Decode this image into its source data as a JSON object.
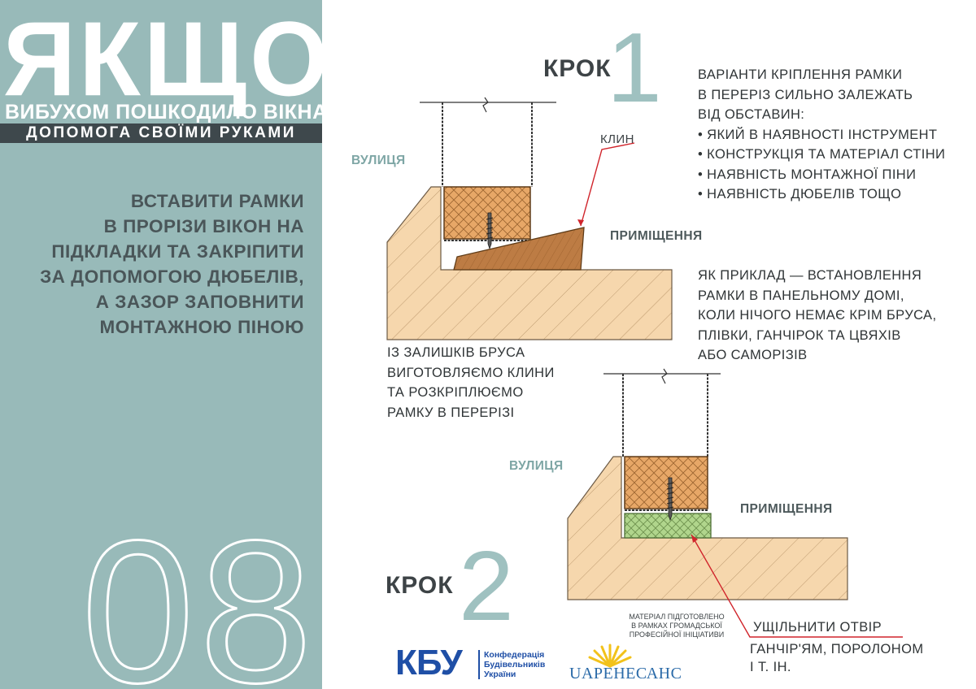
{
  "left_panel": {
    "title": "ЯКЩО",
    "subtitle": "ВИБУХОМ ПОШКОДИЛО ВІКНА",
    "band": "ДОПОМОГА СВОЇМИ РУКАМИ",
    "instruction": [
      "ВСТАВИТИ РАМКИ",
      "В ПРОРІЗИ ВІКОН НА",
      "ПІДКЛАДКИ ТА ЗАКРІПИТИ",
      "ЗА ДОПОМОГОЮ ДЮБЕЛІВ,",
      "А ЗАЗОР ЗАПОВНИТИ",
      "МОНТАЖНОЮ ПІНОЮ"
    ],
    "number": "08",
    "background_color": "#98bab9"
  },
  "step1": {
    "word": "КРОК",
    "digit": "1",
    "intro": [
      "ВАРІАНТИ КРІПЛЕННЯ РАМКИ",
      "В ПЕРЕРІЗ СИЛЬНО ЗАЛЕЖАТЬ",
      "ВІД ОБСТАВИН:"
    ],
    "bullets": [
      "ЯКИЙ В НАЯВНОСТІ ІНСТРУМЕНТ",
      "КОНСТРУКЦІЯ ТА МАТЕРІАЛ СТІНИ",
      "НАЯВНІСТЬ МОНТАЖНОЇ ПІНИ",
      "НАЯВНІСТЬ ДЮБЕЛІВ ТОЩО"
    ],
    "label_street": "ВУЛИЦЯ",
    "label_room": "ПРИМІЩЕННЯ",
    "label_wedge": "КЛИН",
    "caption": [
      "ІЗ ЗАЛИШКІВ БРУСА",
      "ВИГОТОВЛЯЄМО КЛИНИ",
      "ТА РОЗКРІПЛЮЄМО",
      "РАМКУ В ПЕРЕРІЗІ"
    ]
  },
  "step2": {
    "word": "КРОК",
    "digit": "2",
    "example": [
      "ЯК ПРИКЛАД — ВСТАНОВЛЕННЯ",
      "РАМКИ В ПАНЕЛЬНОМУ ДОМІ,",
      "КОЛИ НІЧОГО НЕМАЄ КРІМ БРУСА,",
      "ПЛІВКИ, ГАНЧІРОК ТА ЦВЯХІВ",
      "АБО САМОРІЗІВ"
    ],
    "label_street": "ВУЛИЦЯ",
    "label_room": "ПРИМІЩЕННЯ",
    "seal_title": "УЩІЛЬНИТИ ОТВІР",
    "seal_desc": [
      "ГАНЧІР'ЯМ, ПОРОЛОНОМ",
      "І Т. ІН."
    ]
  },
  "footer": {
    "kby_logo": "КБУ",
    "kby_text": [
      "Конфедерація",
      "Будівельників",
      "України"
    ],
    "credit": [
      "МАТЕРІАЛ ПІДГОТОВЛЕНО",
      "В РАМКАХ ГРОМАДСЬКОЇ",
      "ПРОФЕСІЙНОЇ ІНІЦІАТИВИ"
    ],
    "uar_logo": "UAРЕНЕСАНС"
  },
  "colors": {
    "accent_teal": "#98bab9",
    "text_dark": "#3d4346",
    "wall": "#f6d7ad",
    "timber": "#e7a767",
    "seal": "#b0d58c",
    "wedge": "#bd7c44",
    "pointer": "#d0242b",
    "logo_blue": "#1f4fa6"
  }
}
